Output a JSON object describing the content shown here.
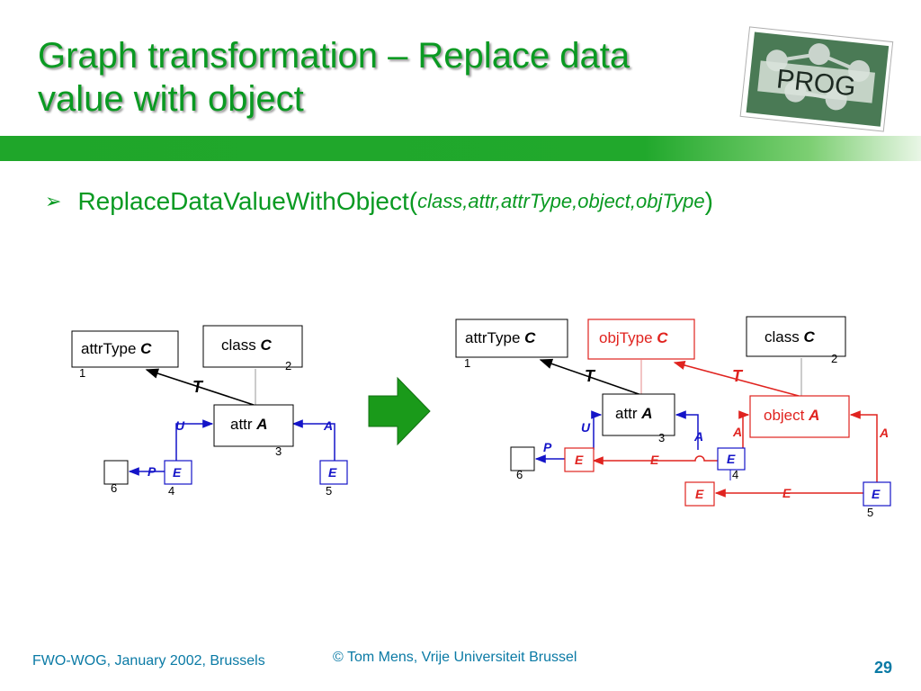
{
  "slide": {
    "title_line1": "Graph transformation – Replace data",
    "title_line2": "value with object",
    "bullet_name": "ReplaceDataValueWithObject(",
    "bullet_params": "class,attr,attrType,object,objType",
    "bullet_close": ")",
    "logo_text": "PROG"
  },
  "left_graph": {
    "attrtype_label": "attrType",
    "attrtype_type": "C",
    "attrtype_id": "1",
    "class_label": "class",
    "class_type": "C",
    "class_id": "2",
    "attr_label": "attr",
    "attr_type": "A",
    "attr_id": "3",
    "e4_label": "E",
    "e4_id": "4",
    "e5_label": "E",
    "e5_id": "5",
    "n6_id": "6",
    "edge_t": "T",
    "edge_u": "U",
    "edge_a": "A",
    "edge_p": "P"
  },
  "right_graph": {
    "attrtype_label": "attrType",
    "attrtype_type": "C",
    "attrtype_id": "1",
    "objtype_label": "objType",
    "objtype_type": "C",
    "class_label": "class",
    "class_type": "C",
    "class_id": "2",
    "attr_label": "attr",
    "attr_type": "A",
    "attr_id": "3",
    "object_label": "object",
    "object_type": "A",
    "e4_label": "E",
    "e4_id": "4",
    "e5_label": "E",
    "e5_id": "5",
    "n6_id": "6",
    "new_e1_label": "E",
    "new_e2_label": "E",
    "edge_t1": "T",
    "edge_t2": "T",
    "edge_u": "U",
    "edge_a_blue": "A",
    "edge_a_red1": "A",
    "edge_a_red2": "A",
    "edge_p": "P",
    "edge_e1": "E",
    "edge_e2": "E"
  },
  "footer": {
    "left": "FWO-WOG, January 2002, Brussels",
    "center": "© Tom Mens, Vrije Universiteit Brussel",
    "page": "29"
  },
  "colors": {
    "title_green": "#0a9a22",
    "footer_blue": "#0a7aa5",
    "edge_blue": "#1414c8",
    "new_red": "#e0231f",
    "arrow_green": "#1a9a1a"
  }
}
